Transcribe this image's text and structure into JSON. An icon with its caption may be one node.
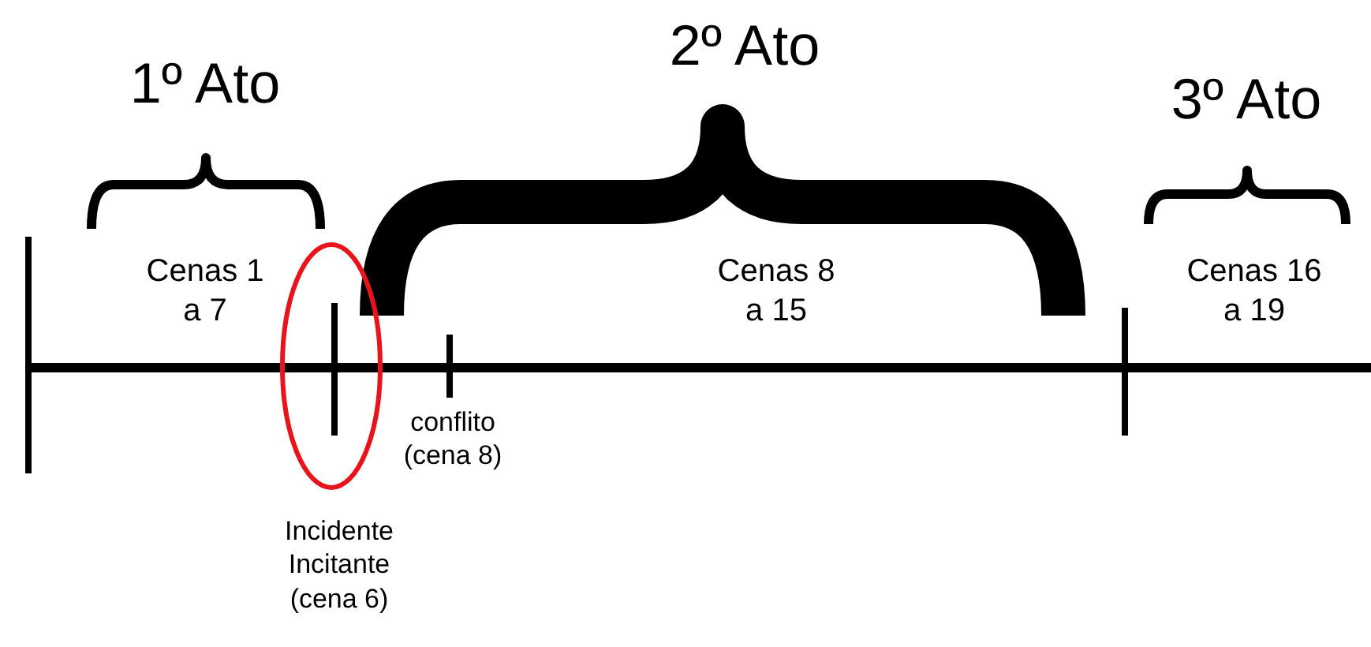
{
  "diagram": {
    "labels": [
      "1º Ato",
      "2º Ato",
      "3º Ato",
      "Cenas 1 a 7",
      "Cenas 8 a 15",
      "Cenas 16 a 19",
      "conflito (cena 8)",
      "Incidente Incitante (cena 6)"
    ]
  }
}
